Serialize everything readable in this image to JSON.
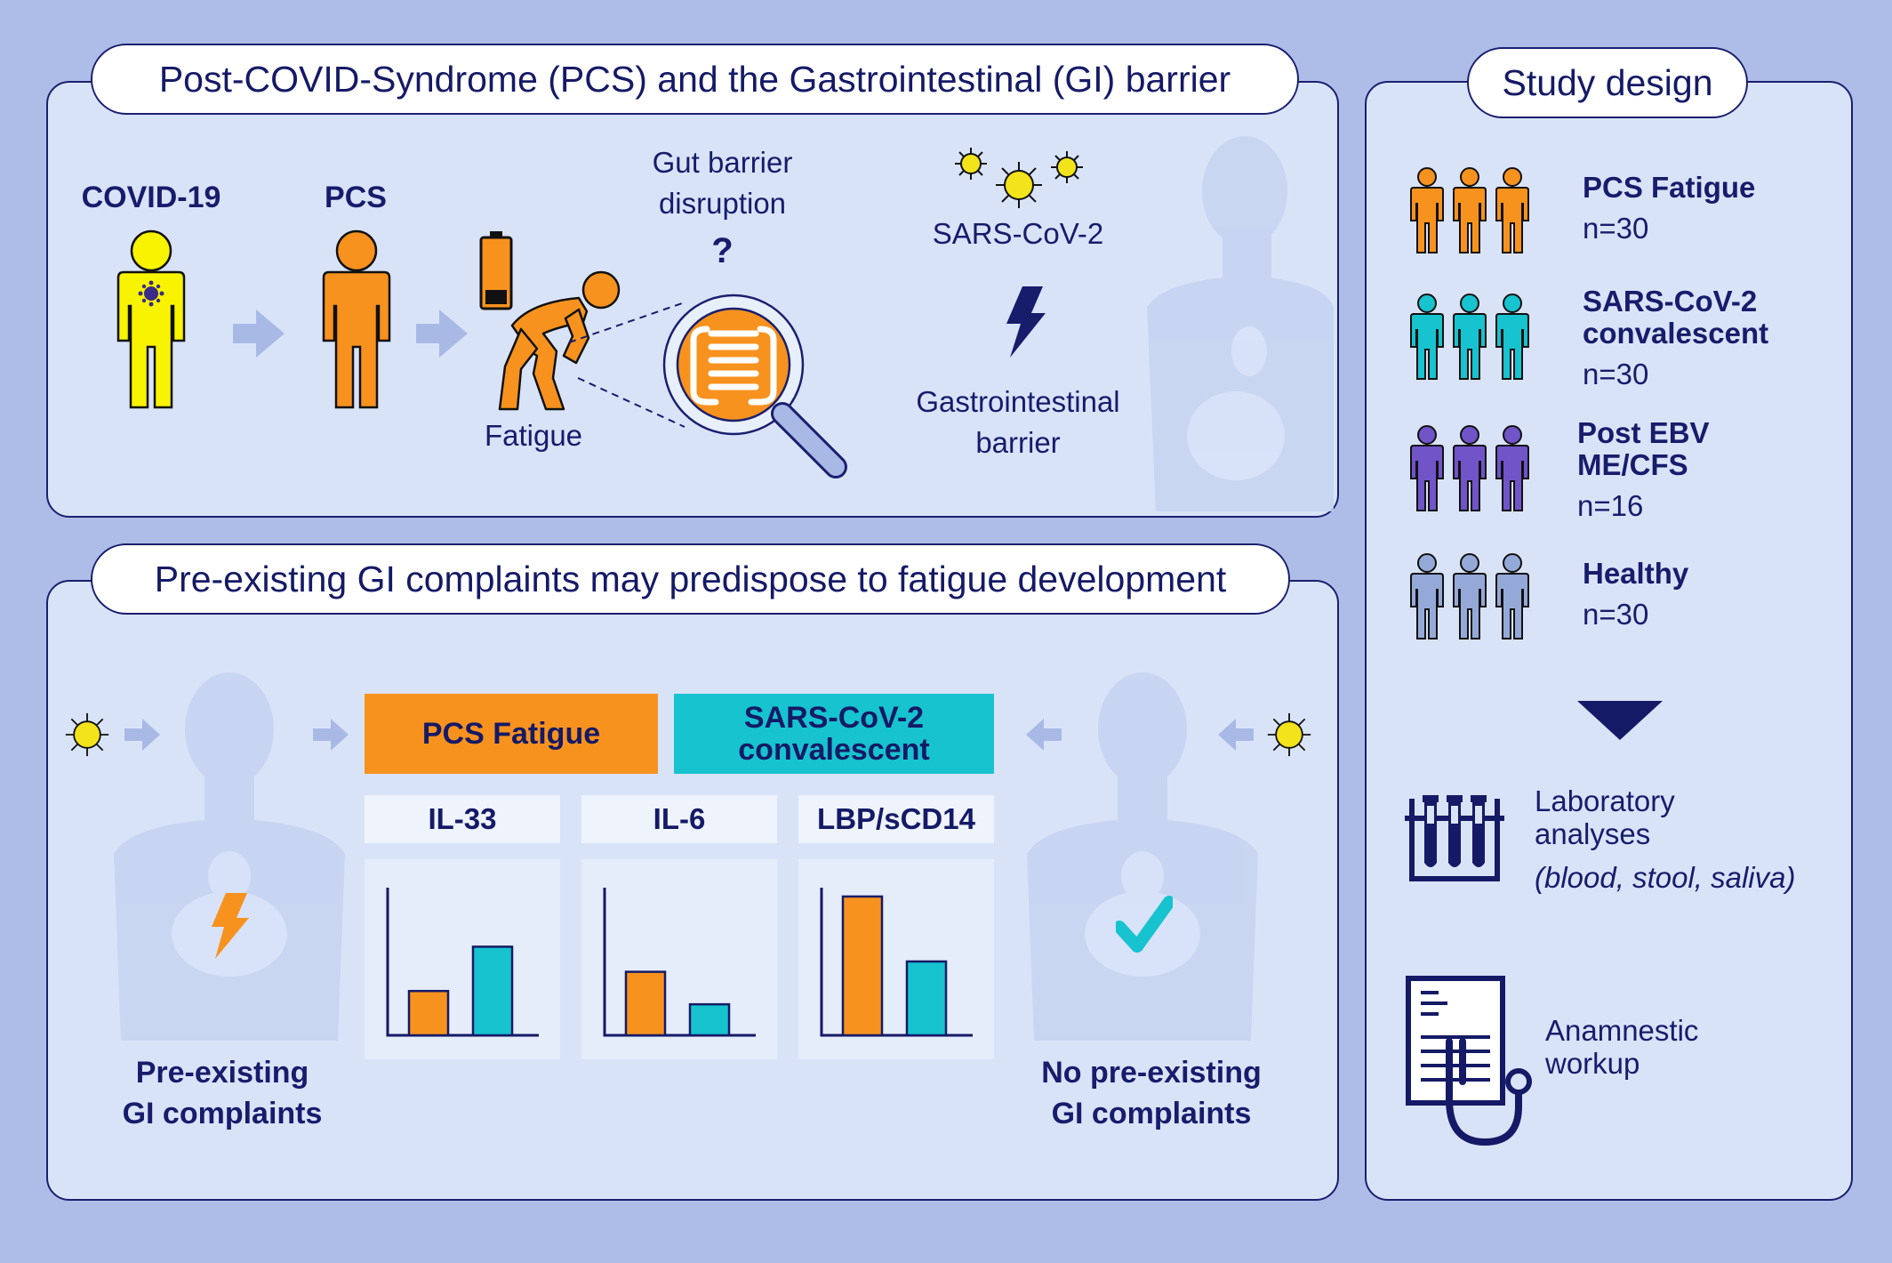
{
  "top_panel": {
    "title": "Post-COVID-Syndrome (PCS) and the Gastrointestinal (GI) barrier",
    "covid_label": "COVID-19",
    "pcs_label": "PCS",
    "fatigue_label": "Fatigue",
    "gut_barrier_line1": "Gut barrier",
    "gut_barrier_line2": "disruption",
    "question_mark": "?",
    "sars_label": "SARS-CoV-2",
    "gi_barrier_line1": "Gastrointestinal",
    "gi_barrier_line2": "barrier"
  },
  "bottom_panel": {
    "title": "Pre-existing GI complaints may predispose to fatigue development",
    "left_label_line1": "Pre-existing",
    "left_label_line2": "GI complaints",
    "right_label_line1": "No pre-existing",
    "right_label_line2": "GI complaints",
    "header_pcs": "PCS Fatigue",
    "header_sars_line1": "SARS-CoV-2",
    "header_sars_line2": "convalescent"
  },
  "study_panel": {
    "title": "Study design",
    "groups": [
      {
        "name_line1": "PCS Fatigue",
        "name_line2": "",
        "n": "n=30",
        "color": "#f7921e"
      },
      {
        "name_line1": "SARS-CoV-2",
        "name_line2": "convalescent",
        "n": "n=30",
        "color": "#16c3cf"
      },
      {
        "name_line1": "Post EBV",
        "name_line2": "ME/CFS",
        "n": "n=16",
        "color": "#7054c8"
      },
      {
        "name_line1": "Healthy",
        "name_line2": "",
        "n": "n=30",
        "color": "#94a9d8"
      }
    ],
    "lab_line1": "Laboratory",
    "lab_line2": "analyses",
    "lab_line3": "(blood, stool, saliva)",
    "anamnestic_line1": "Anamnestic",
    "anamnestic_line2": "workup"
  },
  "colors": {
    "pcs": "#f7921e",
    "sars": "#16c3cf",
    "covid": "#f8f400",
    "navy": "#171c6b",
    "virus": "#f2e31b"
  },
  "chart_data": [
    {
      "type": "bar",
      "title": "IL-33",
      "categories": [
        "PCS Fatigue",
        "SARS-CoV-2 convalescent"
      ],
      "values": [
        0.3,
        0.6
      ],
      "ylim": [
        0,
        1
      ]
    },
    {
      "type": "bar",
      "title": "IL-6",
      "categories": [
        "PCS Fatigue",
        "SARS-CoV-2 convalescent"
      ],
      "values": [
        0.43,
        0.21
      ],
      "ylim": [
        0,
        1
      ]
    },
    {
      "type": "bar",
      "title": "LBP/sCD14",
      "categories": [
        "PCS Fatigue",
        "SARS-CoV-2 convalescent"
      ],
      "values": [
        0.94,
        0.5
      ],
      "ylim": [
        0,
        1
      ]
    }
  ]
}
